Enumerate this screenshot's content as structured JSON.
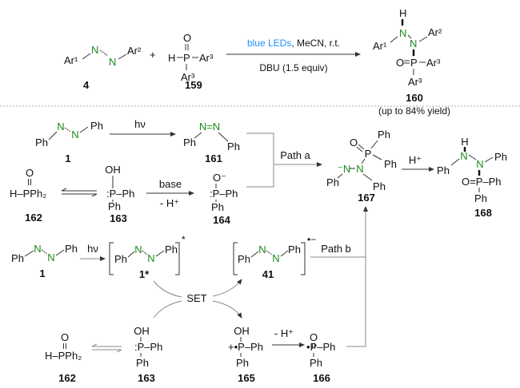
{
  "colors": {
    "nitrogen": "#1a8a1a",
    "condition_highlight": "#1e90ff",
    "text": "#111111"
  },
  "top": {
    "c4": {
      "ar1": "Ar¹",
      "n1": "N",
      "n2": "N",
      "ar2": "Ar²",
      "label": "4"
    },
    "plus": "+",
    "c159": {
      "o": "O",
      "h": "H",
      "p": "P",
      "ar3a": "Ar³",
      "ar3b": "Ar³",
      "label": "159"
    },
    "conditions": {
      "highlight": "blue LEDs",
      "rest": ", MeCN, r.t.",
      "below": "DBU (1.5 equiv)"
    },
    "c160": {
      "h": "H",
      "n1": "N",
      "n2": "N",
      "ar1": "Ar¹",
      "ar2": "Ar²",
      "o": "O",
      "p": "P",
      "ar3a": "Ar³",
      "ar3b": "Ar³",
      "label": "160",
      "yield": "(up to 84% yield)"
    }
  },
  "mech": {
    "c1": {
      "ph1": "Ph",
      "n1": "N",
      "n2": "N",
      "ph2": "Ph",
      "label": "1"
    },
    "hv": "hν",
    "c161": {
      "n": "N=N",
      "ph1": "Ph",
      "ph2": "Ph",
      "label": "161"
    },
    "path_a": "Path a",
    "c162": {
      "o": "O",
      "hp": "H–PPh₂",
      "label": "162"
    },
    "c163": {
      "oh": "OH",
      "p": ":P–Ph",
      "ph": "Ph",
      "label": "163"
    },
    "base": "base",
    "minus_h": "- H⁺",
    "c164": {
      "o": "O⁻",
      "p": ":P–Ph",
      "ph": "Ph",
      "label": "164"
    },
    "c167": {
      "o": "O",
      "p": "P",
      "ph1": "Ph",
      "ph2": "Ph",
      "n1": "⁻N",
      "n2": "N",
      "ph3": "Ph",
      "ph4": "Ph",
      "label": "167"
    },
    "h_plus": "H⁺",
    "c168": {
      "h": "H",
      "n1": "N",
      "n2": "N",
      "ph1": "Ph",
      "ph2": "Ph",
      "opph": "O=P–Ph",
      "ph3": "Ph",
      "label": "168"
    }
  },
  "pathb": {
    "c1": {
      "ph1": "Ph",
      "n1": "N",
      "n2": "N",
      "ph2": "Ph",
      "label": "1"
    },
    "hv": "hν",
    "c1star": {
      "ph1": "Ph",
      "n1": "N",
      "n2": "N",
      "ph2": "Ph",
      "star": "*",
      "label": "1*"
    },
    "c41": {
      "ph1": "Ph",
      "n1": "N",
      "n2": "N",
      "ph2": "Ph",
      "charge": "•−",
      "label": "41"
    },
    "path_b": "Path b",
    "set": "SET",
    "c162": {
      "o": "O",
      "hp": "H–PPh₂",
      "label": "162"
    },
    "c163": {
      "oh": "OH",
      "p": ":P–Ph",
      "ph": "Ph",
      "label": "163"
    },
    "c165": {
      "oh": "OH",
      "p": "+•P–Ph",
      "ph": "Ph",
      "label": "165"
    },
    "minus_h": "- H⁺",
    "c166": {
      "o": "O",
      "p": "•P–Ph",
      "ph": "Ph",
      "label": "166"
    }
  }
}
